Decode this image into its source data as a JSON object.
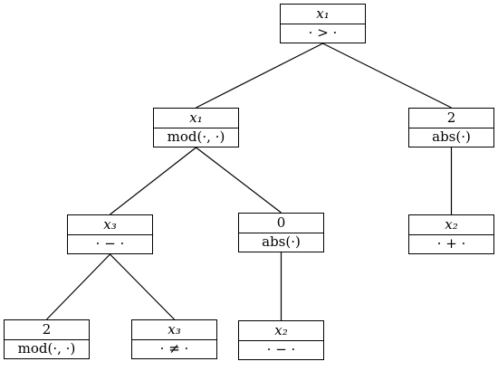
{
  "tree": {
    "nodes": [
      {
        "id": "n0",
        "value": "x₁",
        "op": "· > ·",
        "numeric": false
      },
      {
        "id": "n1",
        "value": "x₁",
        "op": "mod(·, ·)",
        "numeric": false
      },
      {
        "id": "n2",
        "value": "2",
        "op": "abs(·)",
        "numeric": true
      },
      {
        "id": "n3",
        "value": "x₃",
        "op": "· − ·",
        "numeric": false
      },
      {
        "id": "n4",
        "value": "0",
        "op": "abs(·)",
        "numeric": true
      },
      {
        "id": "n5",
        "value": "x₂",
        "op": "· + ·",
        "numeric": false
      },
      {
        "id": "n6",
        "value": "2",
        "op": "mod(·, ·)",
        "numeric": true
      },
      {
        "id": "n7",
        "value": "x₃",
        "op": "· ≠ ·",
        "numeric": false
      },
      {
        "id": "n8",
        "value": "x₂",
        "op": "· − ·",
        "numeric": false
      }
    ],
    "edges": [
      [
        "n0",
        "n1"
      ],
      [
        "n0",
        "n2"
      ],
      [
        "n1",
        "n3"
      ],
      [
        "n1",
        "n4"
      ],
      [
        "n2",
        "n5"
      ],
      [
        "n3",
        "n6"
      ],
      [
        "n3",
        "n7"
      ],
      [
        "n4",
        "n8"
      ]
    ]
  }
}
